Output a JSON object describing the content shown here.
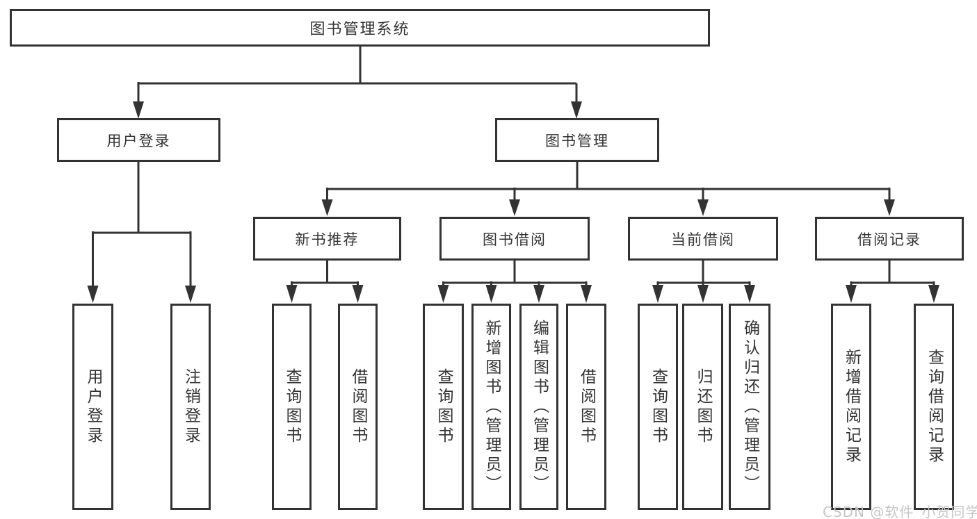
{
  "tree": {
    "root": {
      "label": "图书管理系统"
    },
    "level2": [
      {
        "label": "用户登录",
        "children": [
          {
            "label": "用户登录"
          },
          {
            "label": "注销登录"
          }
        ]
      },
      {
        "label": "图书管理",
        "children": [
          {
            "label": "新书推荐",
            "children": [
              {
                "label": "查询图书"
              },
              {
                "label": "借阅图书"
              }
            ]
          },
          {
            "label": "图书借阅",
            "children": [
              {
                "label": "查询图书"
              },
              {
                "label": "新增图书（管理员）"
              },
              {
                "label": "编辑图书（管理员）"
              },
              {
                "label": "借阅图书"
              }
            ]
          },
          {
            "label": "当前借阅",
            "children": [
              {
                "label": "查询图书"
              },
              {
                "label": "归还图书"
              },
              {
                "label": "确认归还（管理员）"
              }
            ]
          },
          {
            "label": "借阅记录",
            "children": [
              {
                "label": "新增借阅记录"
              },
              {
                "label": "查询借阅记录"
              }
            ]
          }
        ]
      }
    ]
  },
  "watermark": {
    "text": "CSDN @软件_小贺同学"
  },
  "colors": {
    "line": "#333333",
    "text": "#333333",
    "background": "#ffffff",
    "watermark": "#c6c6c6"
  }
}
